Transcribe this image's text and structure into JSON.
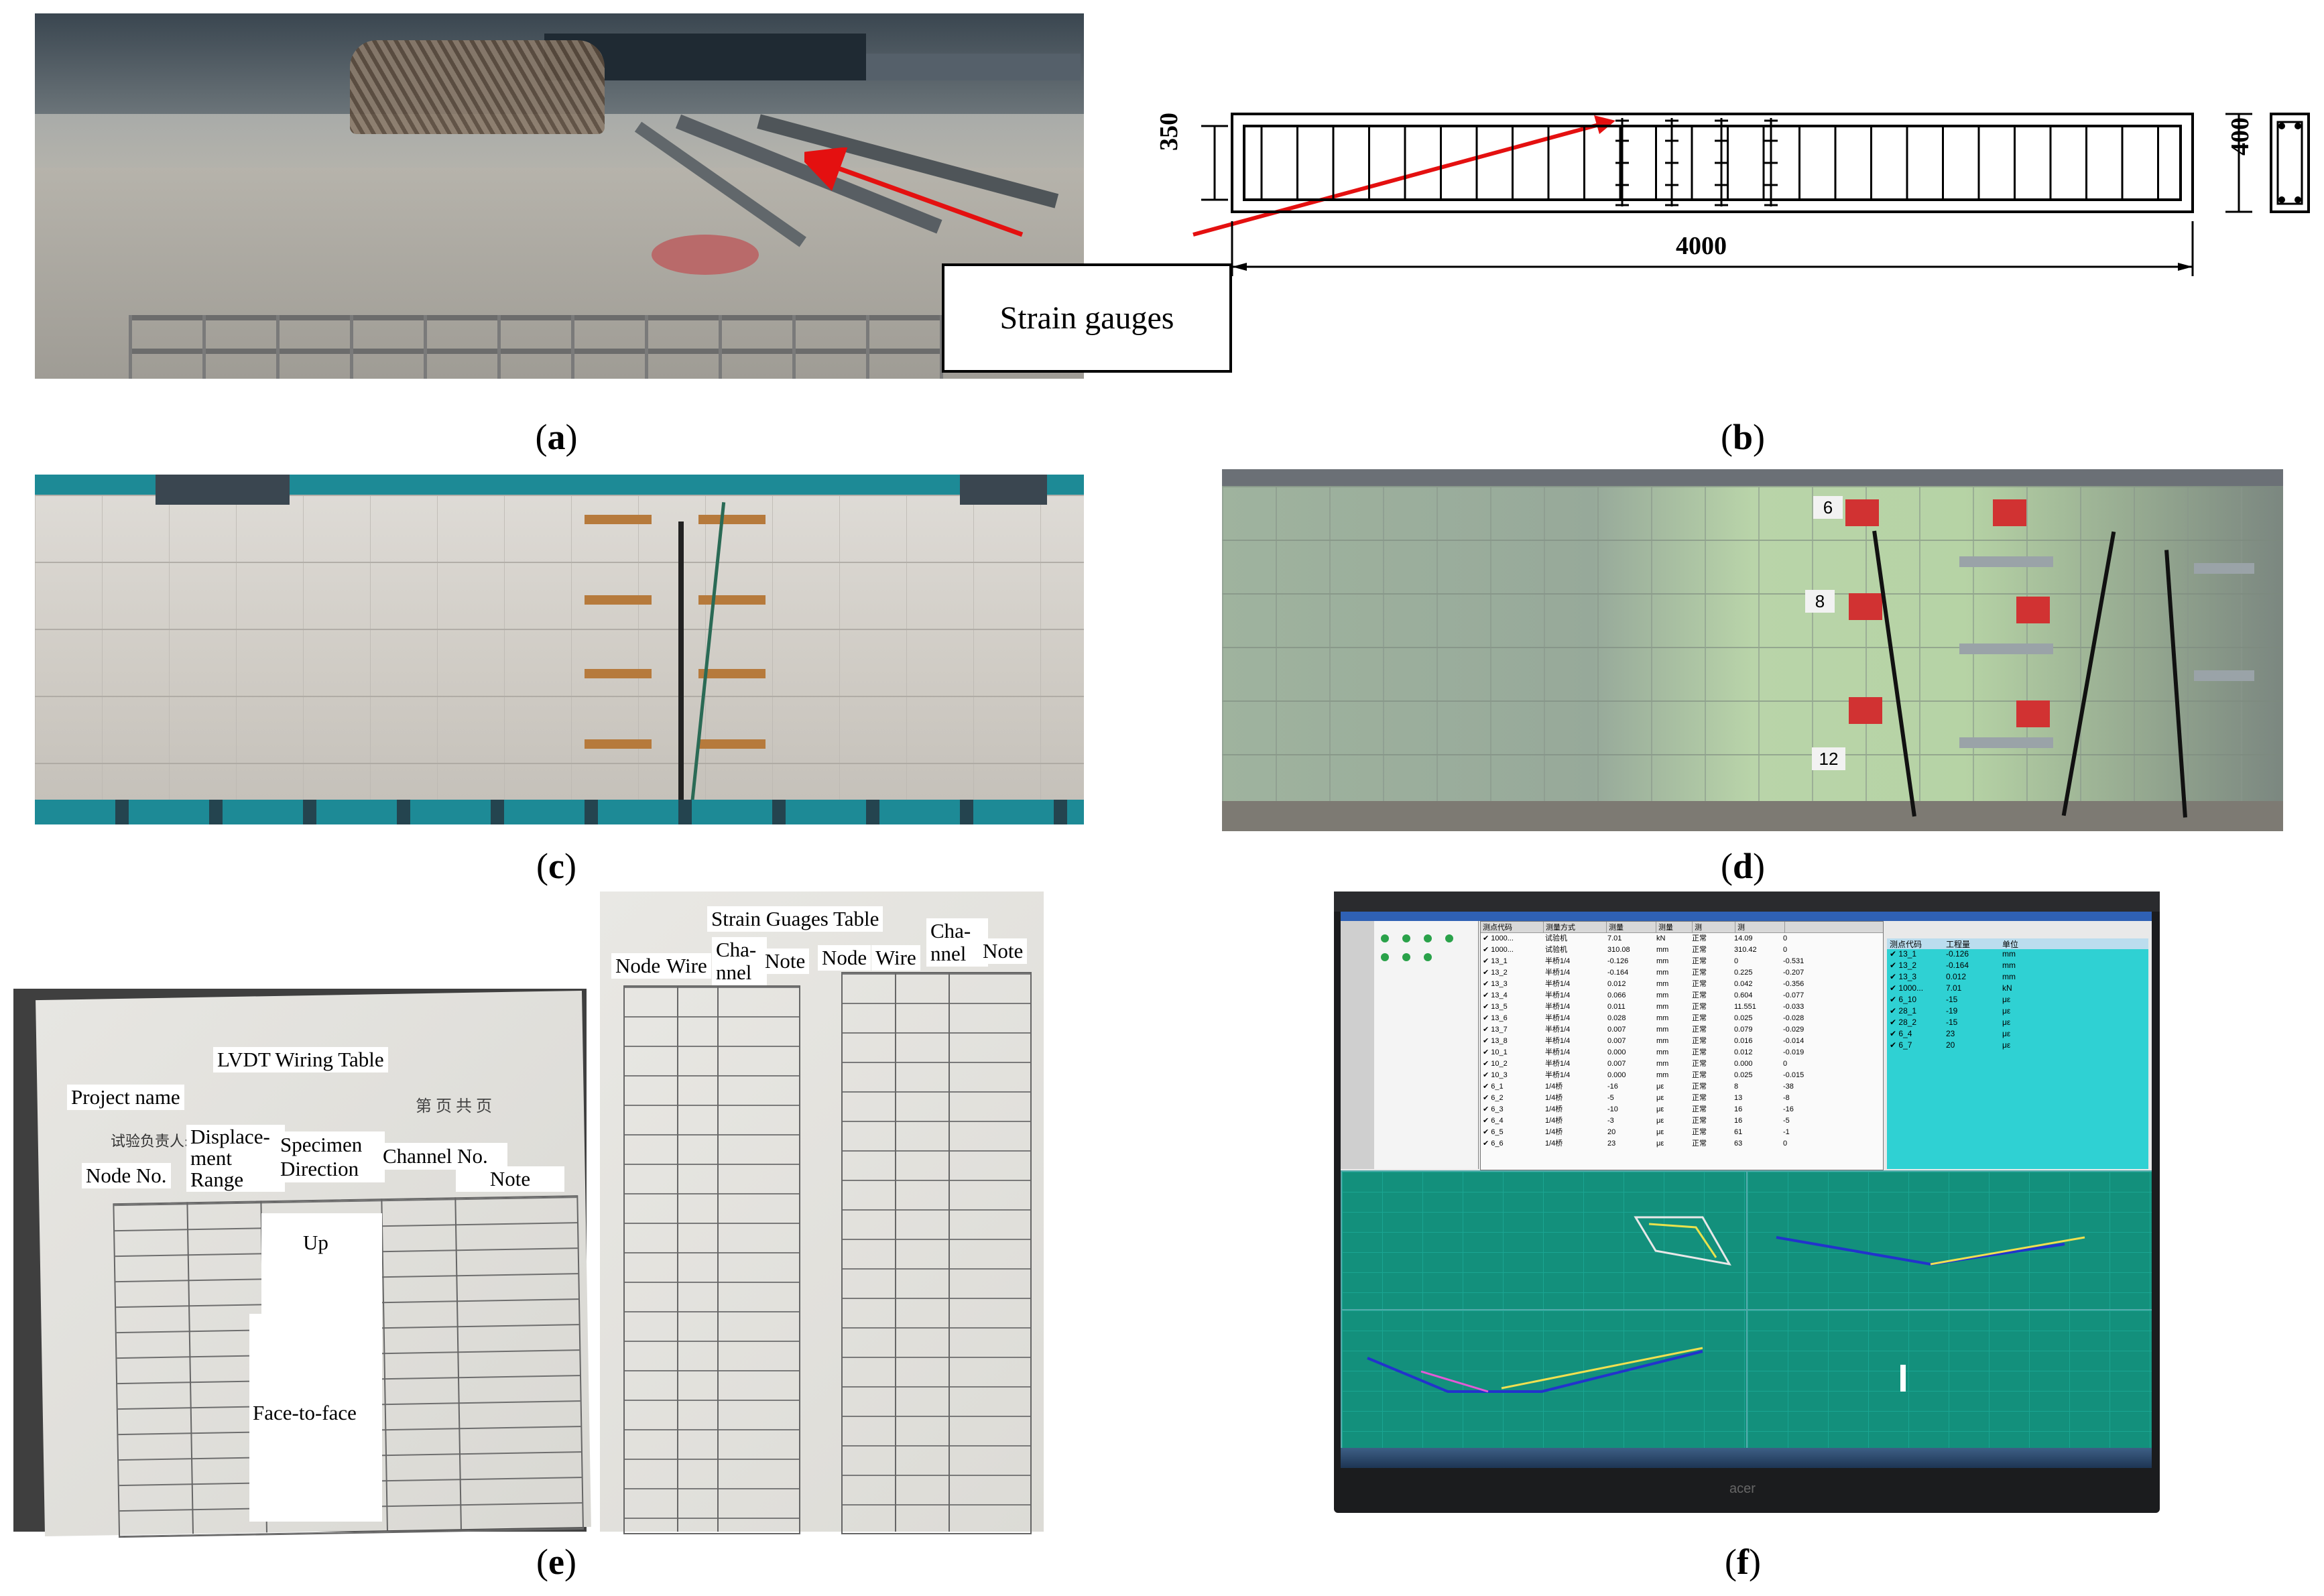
{
  "captions": {
    "a": "a",
    "b": "b",
    "c": "c",
    "d": "d",
    "e": "e",
    "f": "f"
  },
  "panel_a": {
    "callout": "Strain gauges"
  },
  "panel_b": {
    "dim_height": "350",
    "dim_length": "4000",
    "dim_section": "400"
  },
  "panel_d": {
    "tags": [
      "6",
      "8",
      "12"
    ]
  },
  "panel_e": {
    "lvdt_title": "LVDT Wiring Table",
    "project_name": "Project name",
    "page_info": "第  页  共  页",
    "tester": "试验负责人:",
    "col_node": "Node No.",
    "col_displacement": "Displace-ment Range",
    "col_specimen": "Specimen Direction",
    "col_channel": "Channel No.",
    "col_note": "Note",
    "up": "Up",
    "face": "Face-to-face",
    "strain_title": "Strain Guages Table",
    "s_node": "Node",
    "s_wire": "Wire",
    "s_channel": "Cha-nnel",
    "s_note": "Note",
    "s_node2": "Node",
    "s_wire2": "Wire",
    "s_channel2": "Cha-nnel",
    "s_note2": "Note"
  },
  "panel_f": {
    "table_header": [
      "测点代码",
      "测量方式",
      "测量",
      "测量",
      "测",
      "测"
    ],
    "rows": [
      [
        "1000...",
        "试验机",
        "7.01",
        "kN",
        "正常",
        "14.09",
        "0"
      ],
      [
        "1000...",
        "试验机",
        "310.08",
        "mm",
        "正常",
        "310.42",
        "0"
      ],
      [
        "13_1",
        "半桥1/4",
        "-0.126",
        "mm",
        "正常",
        "0",
        "-0.531"
      ],
      [
        "13_2",
        "半桥1/4",
        "-0.164",
        "mm",
        "正常",
        "0.225",
        "-0.207"
      ],
      [
        "13_3",
        "半桥1/4",
        "0.012",
        "mm",
        "正常",
        "0.042",
        "-0.356"
      ],
      [
        "13_4",
        "半桥1/4",
        "0.066",
        "mm",
        "正常",
        "0.604",
        "-0.077"
      ],
      [
        "13_5",
        "半桥1/4",
        "0.011",
        "mm",
        "正常",
        "11.551",
        "-0.033"
      ],
      [
        "13_6",
        "半桥1/4",
        "0.028",
        "mm",
        "正常",
        "0.025",
        "-0.028"
      ],
      [
        "13_7",
        "半桥1/4",
        "0.007",
        "mm",
        "正常",
        "0.079",
        "-0.029"
      ],
      [
        "13_8",
        "半桥1/4",
        "0.007",
        "mm",
        "正常",
        "0.016",
        "-0.014"
      ],
      [
        "10_1",
        "半桥1/4",
        "0.000",
        "mm",
        "正常",
        "0.012",
        "-0.019"
      ],
      [
        "10_2",
        "半桥1/4",
        "0.007",
        "mm",
        "正常",
        "0.000",
        "0"
      ],
      [
        "10_3",
        "半桥1/4",
        "0.000",
        "mm",
        "正常",
        "0.025",
        "-0.015"
      ],
      [
        "6_1",
        "1/4桥",
        "-16",
        "με",
        "正常",
        "8",
        "-38"
      ],
      [
        "6_2",
        "1/4桥",
        "-5",
        "με",
        "正常",
        "13",
        "-8"
      ],
      [
        "6_3",
        "1/4桥",
        "-10",
        "με",
        "正常",
        "16",
        "-16"
      ],
      [
        "6_4",
        "1/4桥",
        "-3",
        "με",
        "正常",
        "16",
        "-5"
      ],
      [
        "6_5",
        "1/4桥",
        "20",
        "με",
        "正常",
        "61",
        "-1"
      ],
      [
        "6_6",
        "1/4桥",
        "23",
        "με",
        "正常",
        "63",
        "0"
      ]
    ],
    "right_header": [
      "测点代码",
      "工程量",
      "单位"
    ],
    "right_rows": [
      [
        "13_1",
        "-0.126",
        "mm"
      ],
      [
        "13_2",
        "-0.164",
        "mm"
      ],
      [
        "13_3",
        "0.012",
        "mm"
      ],
      [
        "1000...",
        "7.01",
        "kN"
      ],
      [
        "6_10",
        "-15",
        "με"
      ],
      [
        "28_1",
        "-19",
        "με"
      ],
      [
        "28_2",
        "-15",
        "με"
      ],
      [
        "6_4",
        "23",
        "με"
      ],
      [
        "6_7",
        "20",
        "με"
      ]
    ],
    "brand": "acer"
  }
}
